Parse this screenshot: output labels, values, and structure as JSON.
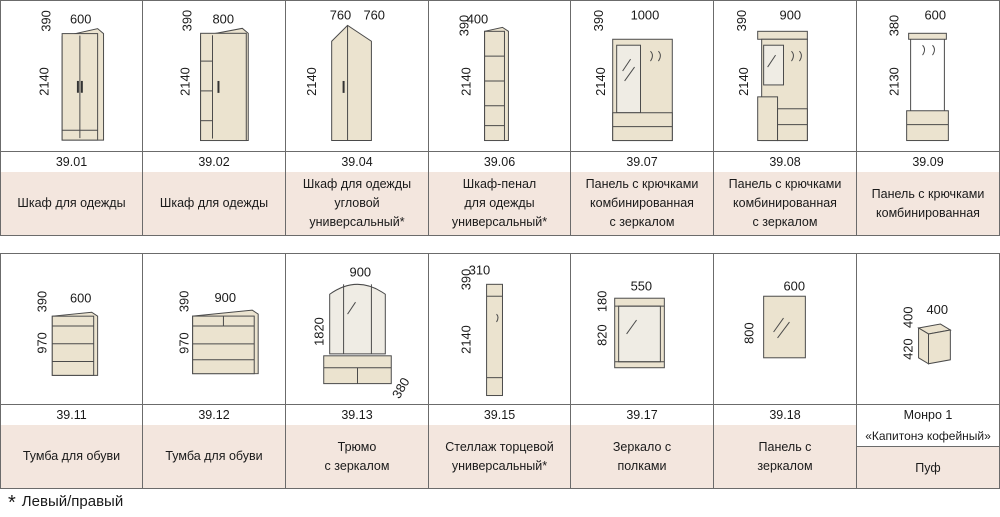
{
  "row1": [
    {
      "code": "39.01",
      "name": "Шкаф для одежды",
      "dims": {
        "depth": "390",
        "width": "600",
        "height": "2140"
      }
    },
    {
      "code": "39.02",
      "name": "Шкаф для одежды",
      "dims": {
        "depth": "390",
        "width": "800",
        "height": "2140"
      }
    },
    {
      "code": "39.04",
      "name": "Шкаф для одежды\nугловой\nуниверсальный*",
      "dims": {
        "width": "760",
        "width2": "760",
        "height": "2140"
      }
    },
    {
      "code": "39.06",
      "name": "Шкаф-пенал\nдля одежды\nуниверсальный*",
      "dims": {
        "depth": "390",
        "width": "400",
        "height": "2140"
      }
    },
    {
      "code": "39.07",
      "name": "Панель с крючками\nкомбинированная\nс зеркалом",
      "dims": {
        "depth": "390",
        "width": "1000",
        "height": "2140"
      }
    },
    {
      "code": "39.08",
      "name": "Панель с крючками\nкомбинированная\nс зеркалом",
      "dims": {
        "depth": "390",
        "width": "900",
        "height": "2140"
      }
    },
    {
      "code": "39.09",
      "name": "Панель с крючками\nкомбинированная",
      "dims": {
        "depth": "380",
        "width": "600",
        "height": "2130"
      }
    }
  ],
  "row2": [
    {
      "code": "39.11",
      "name": "Тумба для обуви",
      "dims": {
        "depth": "390",
        "width": "600",
        "height": "970"
      }
    },
    {
      "code": "39.12",
      "name": "Тумба для обуви",
      "dims": {
        "depth": "390",
        "width": "900",
        "height": "970"
      }
    },
    {
      "code": "39.13",
      "name": "Трюмо\nс зеркалом",
      "dims": {
        "width": "900",
        "height": "1820",
        "depth": "380"
      }
    },
    {
      "code": "39.15",
      "name": "Стеллаж торцевой\nуниверсальный*",
      "dims": {
        "depth": "390",
        "width": "310",
        "height": "2140"
      }
    },
    {
      "code": "39.17",
      "name": "Зеркало  с\nполками",
      "dims": {
        "depth": "180",
        "width": "550",
        "height": "820"
      }
    },
    {
      "code": "39.18",
      "name": "Панель с\nзеркалом",
      "dims": {
        "width": "600",
        "height": "800"
      }
    },
    {
      "code": "Монро 1",
      "sub": "«Капитонэ кофейный»",
      "name": "Пуф",
      "dims": {
        "depth": "400",
        "width": "400",
        "height": "420"
      }
    }
  ],
  "footnote": {
    "mark": "*",
    "text": "Левый/правый"
  },
  "colors": {
    "name_bg": "#f3e6de",
    "border": "#6b6b6b",
    "panel": "#ebe3cf"
  }
}
